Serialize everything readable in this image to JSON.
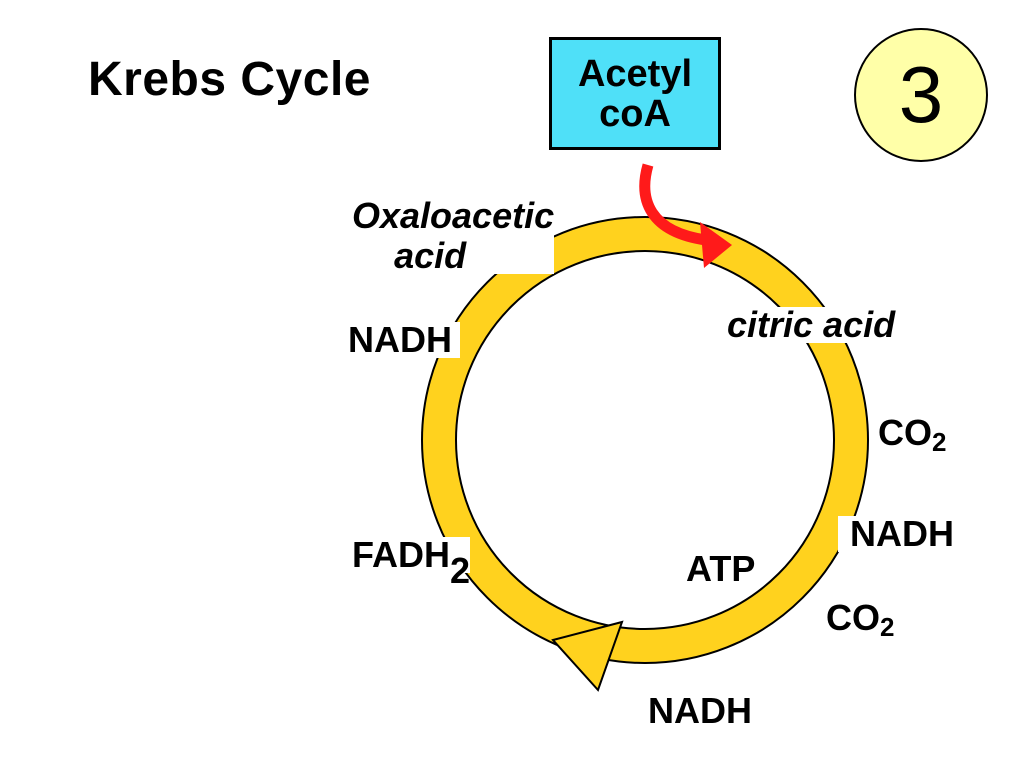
{
  "title": "Krebs Cycle",
  "step_number": "3",
  "input": {
    "line1": "Acetyl",
    "line2": "coA"
  },
  "labels": {
    "oxaloacetic_line1": "Oxaloacetic",
    "oxaloacetic_line2": "acid",
    "citric_acid": "citric  acid",
    "nadh_left": "NADH",
    "co2_right_top": "CO",
    "co2_right_top_sub": "2",
    "nadh_right": "NADH",
    "fadh": "FADH",
    "fadh_sub": "2",
    "atp": "ATP",
    "co2_right_bottom": "CO",
    "co2_right_bottom_sub": "2",
    "nadh_bottom": "NADH"
  },
  "colors": {
    "cycle_fill": "#ffd21e",
    "cycle_stroke": "#000000",
    "acetyl_box": "#4fe0f8",
    "entry_arrow": "#ff1a1a",
    "badge": "#ffffa8"
  }
}
